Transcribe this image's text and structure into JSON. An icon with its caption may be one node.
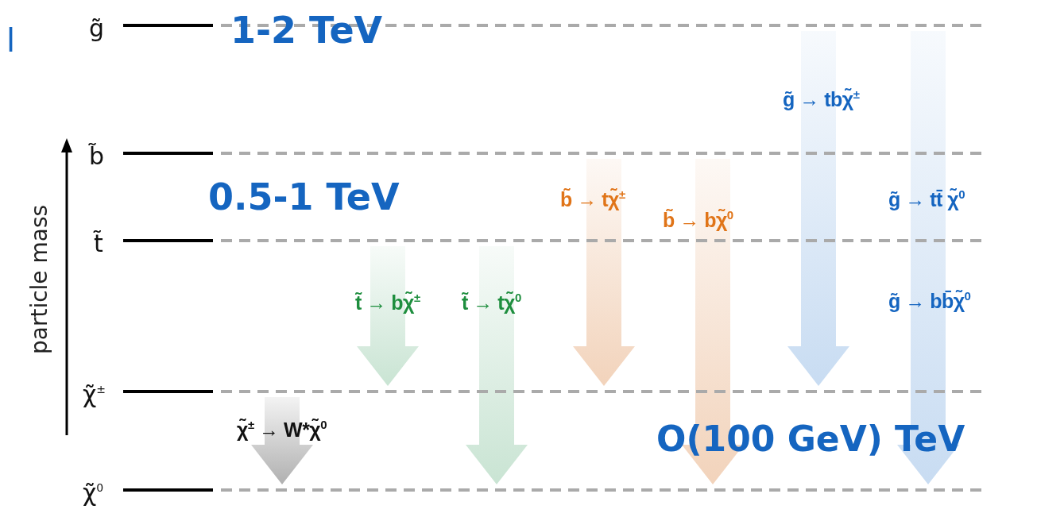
{
  "diagram": {
    "nodes": [
      {
        "text": [
          "g̃"
        ]
      },
      {
        "text": [
          "b̃"
        ]
      },
      {
        "text": [
          "t̃"
        ]
      },
      {
        "text": [
          "χ̃$^{±}$"
        ]
      },
      {
        "text": [
          "χ̃$^{0}$"
        ]
      }
    ],
    "edges": [
      {
        "from": 2,
        "to": 3,
        "arrow": "to",
        "style": "thick",
        "color": "#c9e4d3",
        "label": "t̃ → bχ̃$^{±}$"
      },
      {
        "from": 2,
        "to": 4,
        "arrow": "to",
        "style": "thick",
        "color": "#c9e4d3",
        "label": "t̃ → tχ̃$^{0}$"
      },
      {
        "from": 1,
        "to": 3,
        "arrow": "to",
        "style": "thick",
        "color": "#f2d3bb",
        "label": "b̃ → tχ̃$^{±}$"
      },
      {
        "from": 1,
        "to": 4,
        "arrow": "to",
        "style": "thick",
        "color": "#f2d3bb",
        "label": "b̃ → bχ̃$^{0}$"
      },
      {
        "from": 0,
        "to": 3,
        "arrow": "to",
        "style": "thick",
        "color": "#c8dcf2",
        "label": "g̃ → tbχ̃$^{±}$"
      },
      {
        "from": 0,
        "to": 4,
        "arrow": "to",
        "style": "thick",
        "color": "#c8dcf2",
        "label": "g̃ → tt̄ χ̃$^{0}$"
      },
      {
        "from": 3,
        "to": 4,
        "arrow": "to",
        "style": "thick",
        "color": "#b0b0b0",
        "label": "χ̃$^{±}$ → W*χ̃$^{0}$"
      }
    ],
    "labels": [
      "l",
      "1-2 TeV",
      "particle mass",
      "0.5-1 TeV",
      "g̃ → bb̄χ̃$^{0}$",
      "O(100 GeV) TeV"
    ]
  }
}
